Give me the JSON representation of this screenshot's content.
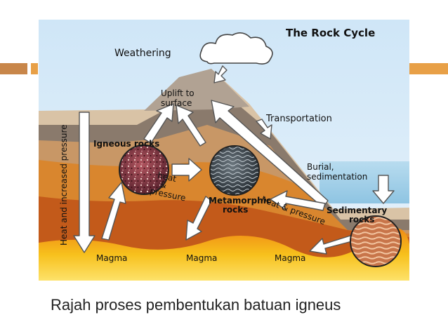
{
  "diagram": {
    "title": "The Rock Cycle",
    "labels": {
      "weathering": "Weathering",
      "uplift_line1": "Uplift to",
      "uplift_line2": "surface",
      "transportation": "Transportation",
      "igneous": "Igneous rocks",
      "burial_line1": "Burial,",
      "burial_line2": "sedimentation",
      "heat_pressure_1_line1": "heat",
      "heat_pressure_1_line2": "&",
      "heat_pressure_1_line3": "pressure",
      "metamorphic_line1": "Metamorphic",
      "metamorphic_line2": "rocks",
      "heat_pressure_2": "heat & pressure",
      "sedimentary_line1": "Sedimentary",
      "sedimentary_line2": "rocks",
      "vertical": "Heat and increased pressure",
      "magma_1": "Magma",
      "magma_2": "Magma",
      "magma_3": "Magma"
    },
    "colors": {
      "sky": "#cfe6f7",
      "magma": "#f5b316",
      "arrow": "#ffffff"
    }
  },
  "caption": "Rajah proses pembentukan batuan igneus"
}
